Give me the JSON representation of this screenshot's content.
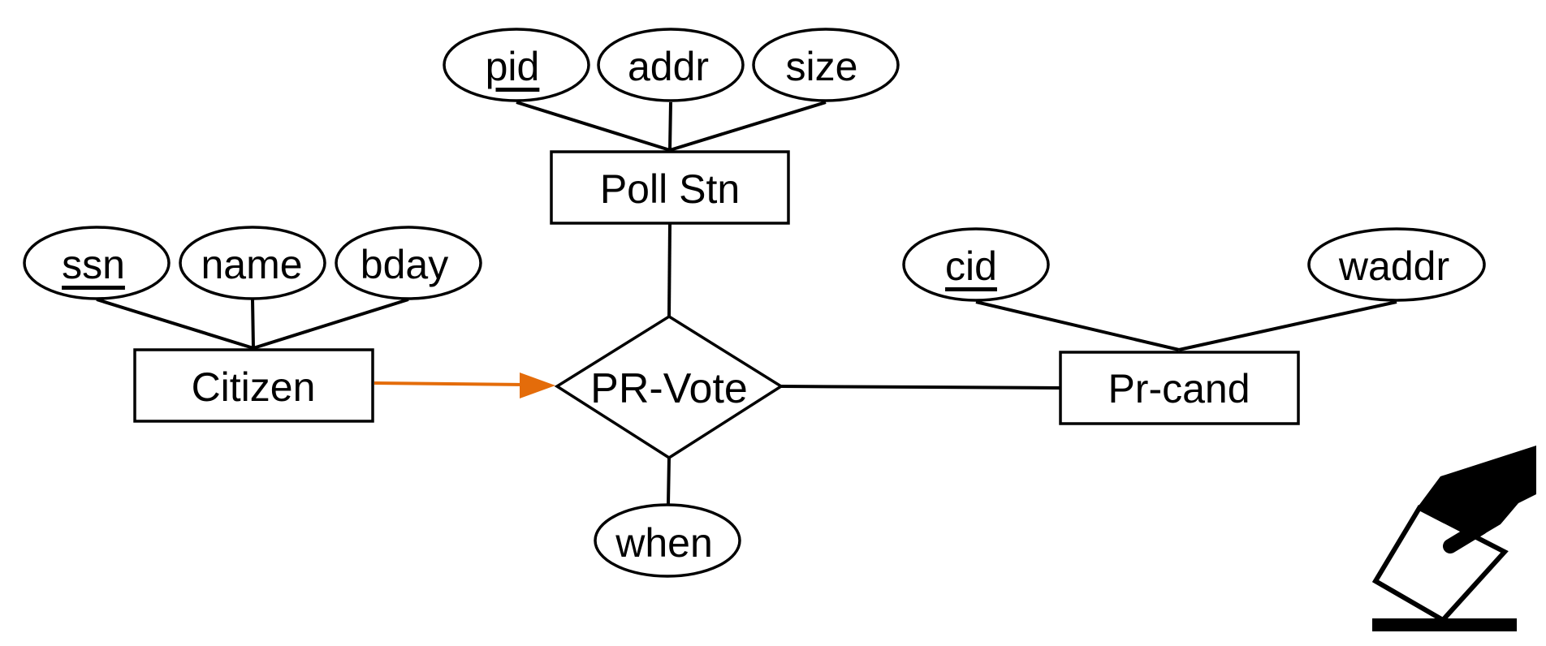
{
  "diagram": {
    "type": "entity-relationship",
    "entities": {
      "poll_stn": {
        "label": "Poll Stn",
        "attributes": [
          {
            "label": "pid",
            "key": true
          },
          {
            "label": "addr",
            "key": false
          },
          {
            "label": "size",
            "key": false
          }
        ]
      },
      "citizen": {
        "label": "Citizen",
        "attributes": [
          {
            "label": "ssn",
            "key": true
          },
          {
            "label": "name",
            "key": false
          },
          {
            "label": "bday",
            "key": false
          }
        ]
      },
      "pr_cand": {
        "label": "Pr-cand",
        "attributes": [
          {
            "label": "cid",
            "key": true
          },
          {
            "label": "waddr",
            "key": false
          }
        ]
      }
    },
    "relationship": {
      "label": "PR-Vote",
      "attributes": [
        {
          "label": "when",
          "key": false
        }
      ]
    },
    "connections": [
      {
        "from": "Citizen",
        "to": "PR-Vote",
        "style": "arrow",
        "color": "#E46C0A"
      },
      {
        "from": "Poll Stn",
        "to": "PR-Vote",
        "style": "line"
      },
      {
        "from": "Pr-cand",
        "to": "PR-Vote",
        "style": "line"
      }
    ],
    "icon": "ballot-box-voting-icon"
  }
}
